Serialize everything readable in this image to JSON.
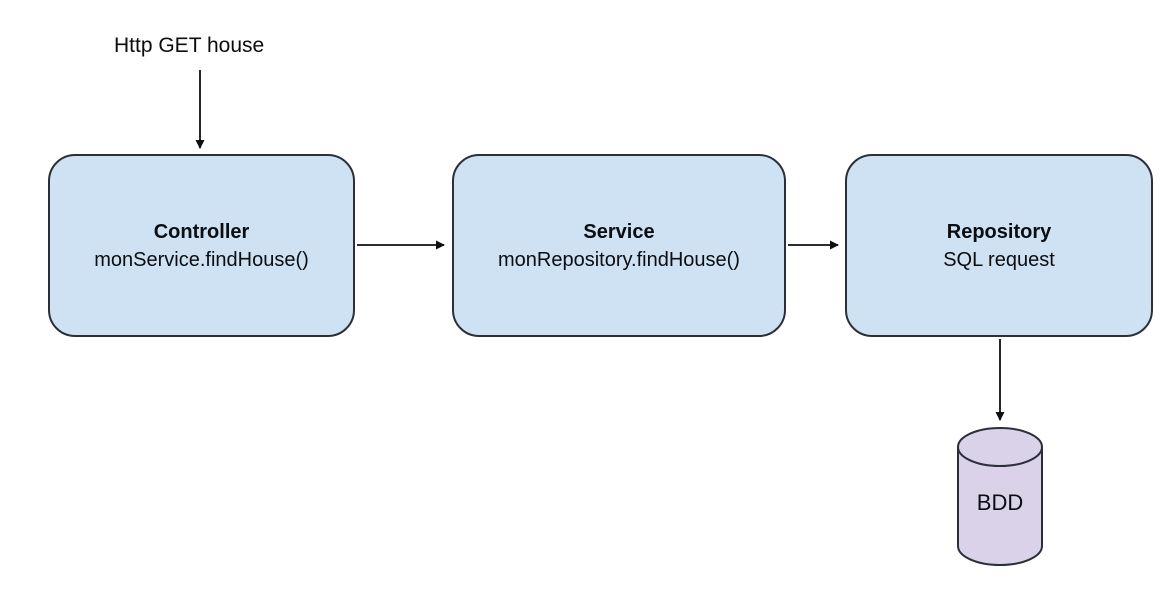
{
  "diagram": {
    "request_label": "Http GET house",
    "nodes": [
      {
        "id": "controller",
        "title": "Controller",
        "subtitle": "monService.findHouse()"
      },
      {
        "id": "service",
        "title": "Service",
        "subtitle": "monRepository.findHouse()"
      },
      {
        "id": "repository",
        "title": "Repository",
        "subtitle": "SQL request"
      }
    ],
    "database": {
      "label": "BDD"
    },
    "connections": [
      {
        "from": "http-request",
        "to": "controller"
      },
      {
        "from": "controller",
        "to": "service"
      },
      {
        "from": "service",
        "to": "repository"
      },
      {
        "from": "repository",
        "to": "database"
      }
    ],
    "colors": {
      "node_fill": "#cfe2f3",
      "node_border": "#2a2f38",
      "db_fill": "#d9d2e9",
      "db_border": "#2a2f38",
      "line": "#0e0e0e",
      "text": "#0b0d10",
      "background": "#ffffff"
    }
  }
}
